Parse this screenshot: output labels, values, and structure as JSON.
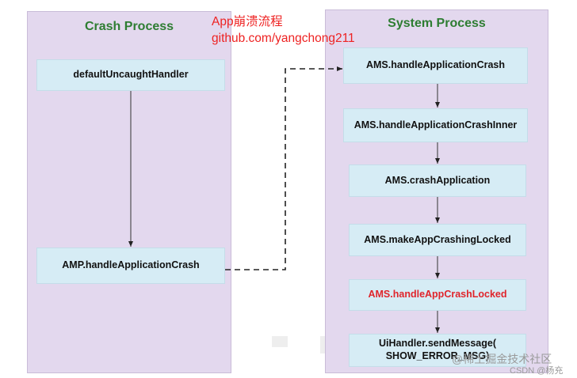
{
  "note": {
    "line1": "App崩溃流程",
    "line2": "github.com/yangchong211"
  },
  "crash_process": {
    "title": "Crash Process",
    "boxes": [
      "defaultUncaughtHandler",
      "AMP.handleApplicationCrash"
    ]
  },
  "system_process": {
    "title": "System Process",
    "boxes": [
      "AMS.handleApplicationCrash",
      "AMS.handleApplicationCrashInner",
      "AMS.crashApplication",
      "AMS.makeAppCrashingLocked",
      "AMS.handleAppCrashLocked",
      "UiHandler.sendMessage(\nSHOW_ERROR_MSG)"
    ],
    "highlight_color": "#e0242b"
  },
  "watermark": {
    "main": "@稀土掘金技术社区",
    "sub": "CSDN @杨充"
  },
  "colors": {
    "panel": "#e3d8ee",
    "box": "#d6ecf5",
    "title": "#2e7d32",
    "note": "#ee2222"
  }
}
